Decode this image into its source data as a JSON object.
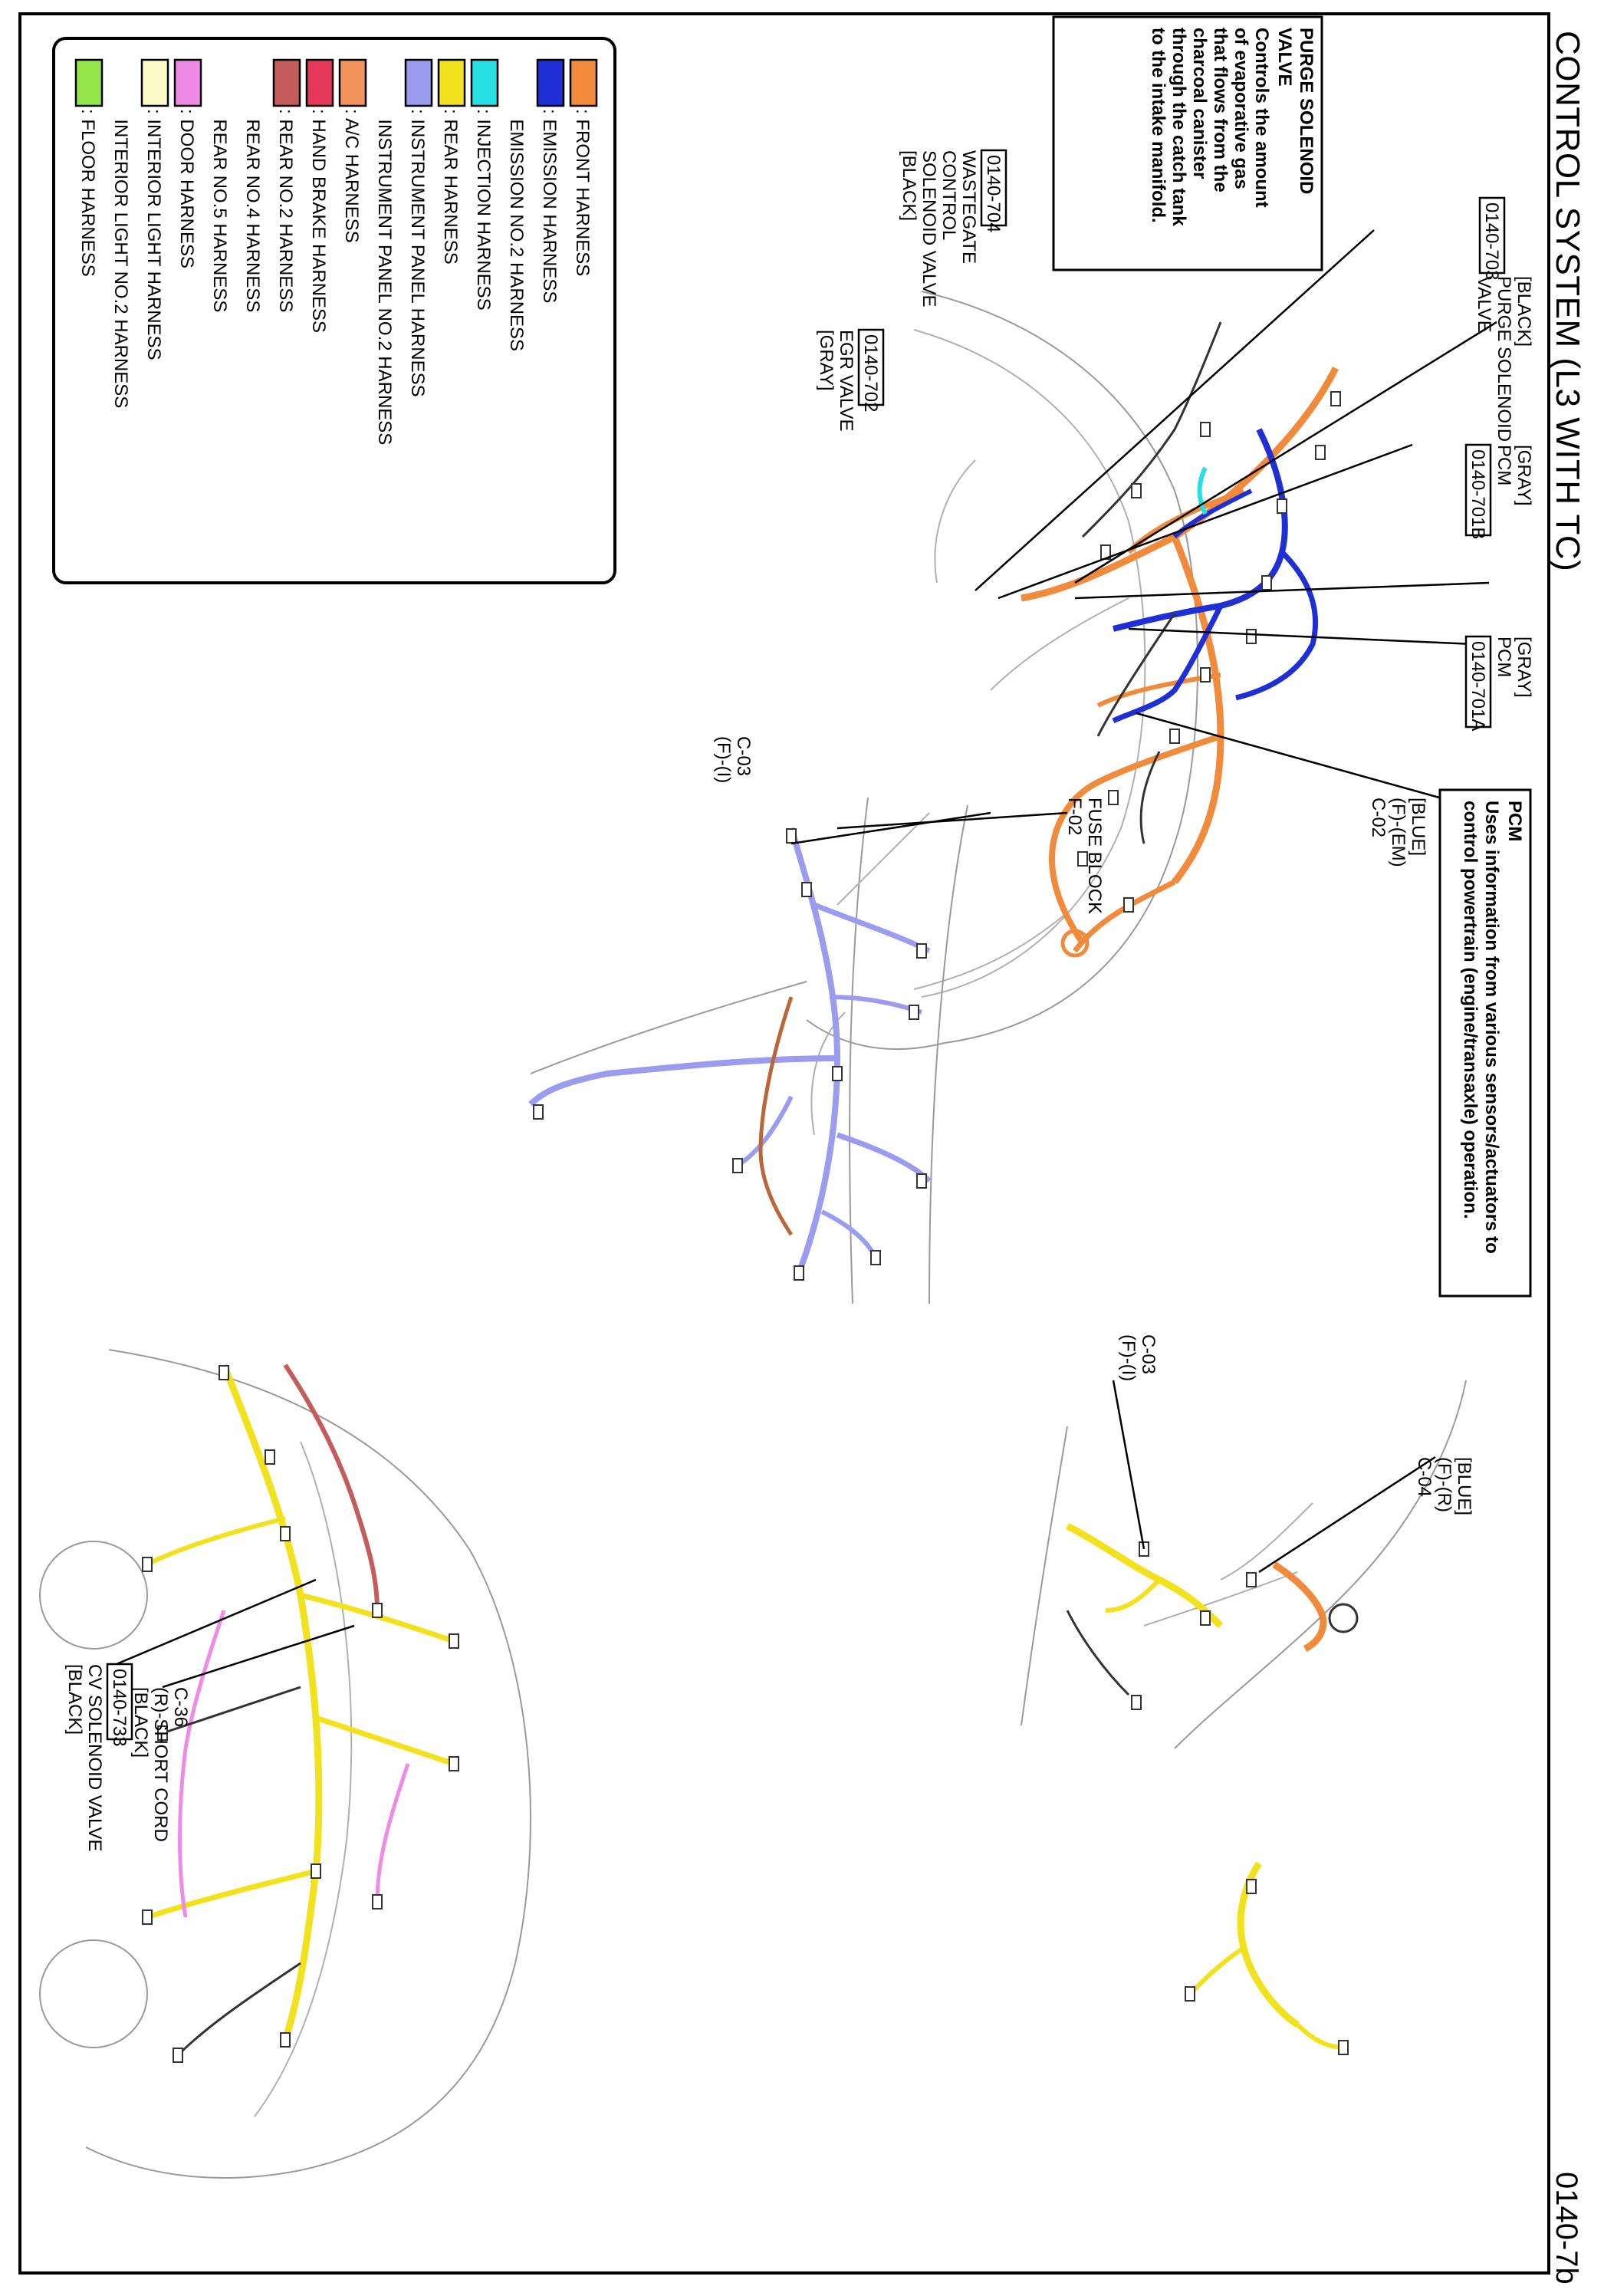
{
  "page": {
    "title": "CONTROL SYSTEM (L3 WITH TC)",
    "page_number": "0140-7b"
  },
  "legend": {
    "items": [
      {
        "label": ": FRONT HARNESS",
        "color": "#f28a3c"
      },
      {
        "label": ": EMISSION HARNESS",
        "color": "#1f2fd6"
      },
      {
        "label": "  EMISSION NO.2 HARNESS",
        "color": null
      },
      {
        "label": ": INJECTION HARNESS",
        "color": "#26e0e6"
      },
      {
        "label": ": REAR HARNESS",
        "color": "#f2e21e"
      },
      {
        "label": ": INSTRUMENT PANEL HARNESS",
        "color": "#9b9bef"
      },
      {
        "label": "  INSTRUMENT PANEL NO.2 HARNESS",
        "color": null
      },
      {
        "label": ": A/C HARNESS",
        "color": "#f2935c"
      },
      {
        "label": ": HAND BRAKE HARNESS",
        "color": "#e6395a"
      },
      {
        "label": ": REAR NO.2 HARNESS",
        "color": "#c45c5c"
      },
      {
        "label": "  REAR NO.4 HARNESS",
        "color": null
      },
      {
        "label": "  REAR NO.5 HARNESS",
        "color": null
      },
      {
        "label": ": DOOR HARNESS",
        "color": "#ef8ae6"
      },
      {
        "label": ": INTERIOR LIGHT HARNESS",
        "color": "#fbfbc8"
      },
      {
        "label": "  INTERIOR LIGHT NO.2 HARNESS",
        "color": null
      },
      {
        "label": ": FLOOR HARNESS",
        "color": "#94e64a"
      }
    ]
  },
  "notes": {
    "purge": {
      "heading1": "PURGE SOLENOID",
      "heading2": "VALVE",
      "lines": [
        "Controls the amount",
        "of evaporative gas",
        "that flows from the",
        "charcoal canister",
        "through the catch tank",
        "to the intake manifold."
      ]
    },
    "pcm": {
      "heading": "PCM",
      "lines": [
        "Uses information from various sensors/actuators to",
        "control powertrain (engine/transaxle) operation."
      ]
    }
  },
  "callouts": {
    "c0140_703": {
      "code": "0140-703",
      "lines": [
        "[BLACK]",
        "PURGE SOLENOID",
        "VALVE"
      ]
    },
    "c0140_701B": {
      "code": "0140-701B",
      "lines": [
        "[GRAY]",
        "PCM"
      ]
    },
    "c0140_701A": {
      "code": "0140-701A",
      "lines": [
        "[GRAY]",
        "PCM"
      ]
    },
    "c0140_704": {
      "code": "0140-704",
      "lines": [
        "WASTEGATE",
        "CONTROL",
        "SOLENOID VALVE",
        "[BLACK]"
      ]
    },
    "c0140_702": {
      "code": "0140-702",
      "lines": [
        "EGR VALVE",
        "[GRAY]"
      ]
    },
    "c0140_733": {
      "code": "0140-733",
      "lines": [
        "CV SOLENOID VALVE",
        "[BLACK]"
      ]
    },
    "c02": {
      "lines": [
        "[BLUE]",
        "(F)-(EM)",
        "C-02"
      ]
    },
    "c03_dash": {
      "lines": [
        "C-03",
        "(F)-(I)"
      ]
    },
    "f02": {
      "lines": [
        "FUSE BLOCK",
        "F-02"
      ]
    },
    "c03_tunnel": {
      "lines": [
        "C-03",
        "(F)-(I)"
      ]
    },
    "c04": {
      "lines": [
        "[BLUE]",
        "(F)-(R)",
        "C-04"
      ]
    },
    "c36": {
      "lines": [
        "C-36",
        "(R)-SHORT CORD",
        "[BLACK]"
      ]
    }
  }
}
